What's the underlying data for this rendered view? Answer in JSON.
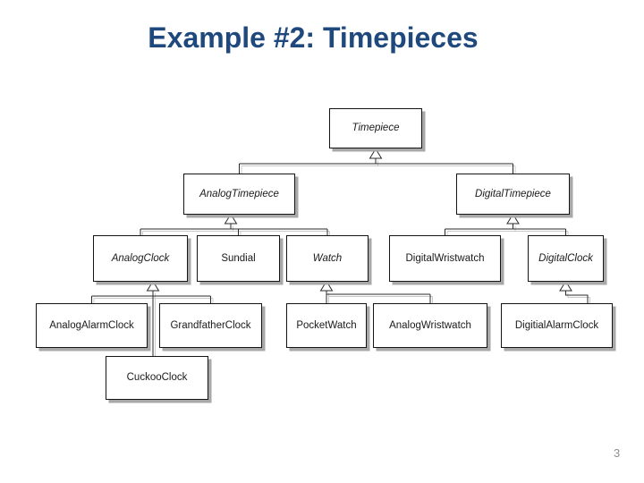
{
  "slide": {
    "title": "Example #2: Timepieces",
    "title_color": "#1F497D",
    "page_number": "3",
    "background_color": "#FFFFFF"
  },
  "diagram": {
    "type": "uml-class-inheritance-tree",
    "node_fill": "#FFFFFF",
    "node_border_color": "#141414",
    "node_shadow_color": "#A8A8A8",
    "connector_color": "#2A2A2A",
    "nodes": [
      {
        "label": "Timepiece",
        "abstract": true
      },
      {
        "label": "AnalogTimepiece",
        "abstract": true
      },
      {
        "label": "DigitalTimepiece",
        "abstract": true
      },
      {
        "label": "AnalogClock",
        "abstract": true
      },
      {
        "label": "Sundial",
        "abstract": false
      },
      {
        "label": "Watch",
        "abstract": true
      },
      {
        "label": "DigitalWristwatch",
        "abstract": false
      },
      {
        "label": "DigitalClock",
        "abstract": true
      },
      {
        "label": "AnalogAlarmClock",
        "abstract": false
      },
      {
        "label": "GrandfatherClock",
        "abstract": false
      },
      {
        "label": "PocketWatch",
        "abstract": false
      },
      {
        "label": "AnalogWristwatch",
        "abstract": false
      },
      {
        "label": "DigitialAlarmClock",
        "abstract": false
      },
      {
        "label": "CuckooClock",
        "abstract": false
      }
    ],
    "edges": [
      {
        "child": "AnalogTimepiece",
        "parent": "Timepiece",
        "type": "generalization"
      },
      {
        "child": "DigitalTimepiece",
        "parent": "Timepiece",
        "type": "generalization"
      },
      {
        "child": "AnalogClock",
        "parent": "AnalogTimepiece",
        "type": "generalization"
      },
      {
        "child": "Sundial",
        "parent": "AnalogTimepiece",
        "type": "generalization"
      },
      {
        "child": "Watch",
        "parent": "AnalogTimepiece",
        "type": "generalization"
      },
      {
        "child": "DigitalWristwatch",
        "parent": "DigitalTimepiece",
        "type": "generalization"
      },
      {
        "child": "DigitalClock",
        "parent": "DigitalTimepiece",
        "type": "generalization"
      },
      {
        "child": "AnalogAlarmClock",
        "parent": "AnalogClock",
        "type": "generalization"
      },
      {
        "child": "GrandfatherClock",
        "parent": "AnalogClock",
        "type": "generalization"
      },
      {
        "child": "CuckooClock",
        "parent": "AnalogClock",
        "type": "generalization"
      },
      {
        "child": "PocketWatch",
        "parent": "Watch",
        "type": "generalization"
      },
      {
        "child": "AnalogWristwatch",
        "parent": "Watch",
        "type": "generalization"
      },
      {
        "child": "DigitialAlarmClock",
        "parent": "DigitalClock",
        "type": "generalization"
      }
    ]
  }
}
